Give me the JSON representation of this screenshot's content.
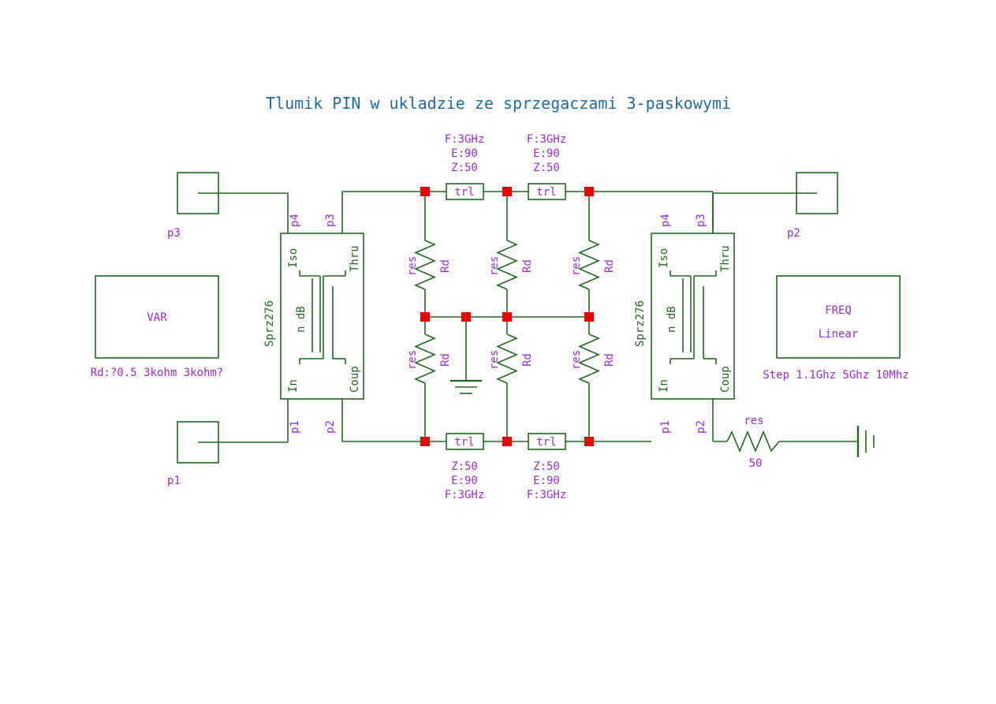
{
  "title": "Tlumik PIN w ukladzie ze sprzegaczami 3-paskowymi",
  "colors": {
    "wire": "#1f6a1f",
    "label": "#9b2ad8",
    "node": "#ee0000",
    "title": "#1f6aa8"
  },
  "ports": {
    "p1": "p1",
    "p2": "p2",
    "p3": "p3"
  },
  "coupler": {
    "name": "Sprz276",
    "param": "n dB",
    "pins": {
      "p1": "p1",
      "p2": "p2",
      "p3": "p3",
      "p4": "p4"
    },
    "terminals": {
      "iso": "Iso",
      "thru": "Thru",
      "in": "In",
      "coup": "Coup"
    }
  },
  "trl": {
    "label": "trl",
    "f": "F:3GHz",
    "e": "E:90",
    "z": "Z:50"
  },
  "res": {
    "type": "res",
    "name": "Rd"
  },
  "load_res": {
    "type": "res",
    "value": "50"
  },
  "var_block": {
    "label": "VAR",
    "param": "Rd:?0.5 3kohm 3kohm?"
  },
  "freq_block": {
    "label": "FREQ",
    "mode": "Linear",
    "param": "Step 1.1Ghz 5Ghz 10Mhz"
  }
}
